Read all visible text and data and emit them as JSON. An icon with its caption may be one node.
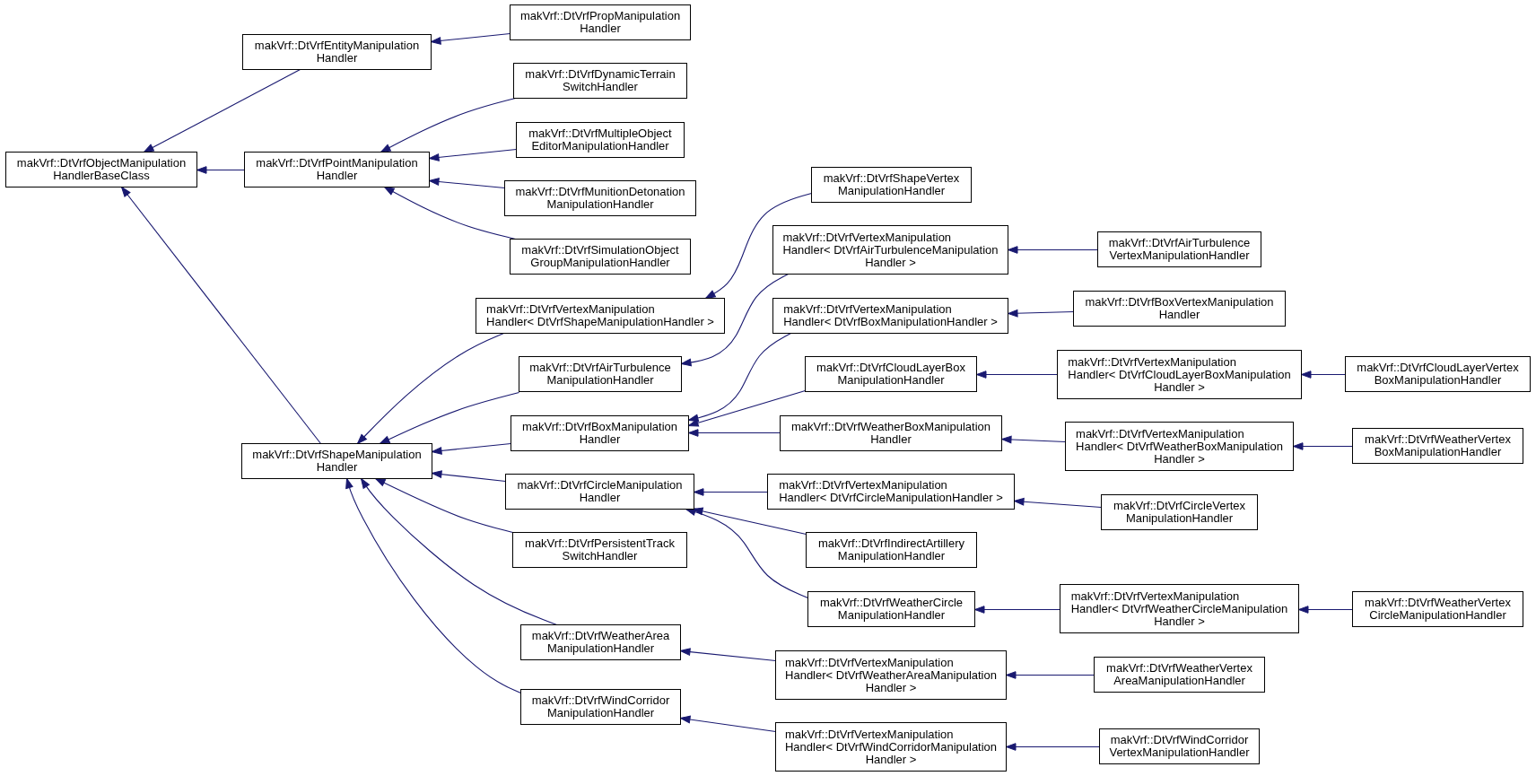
{
  "diagram": {
    "nodes": [
      {
        "text": [
          "makVrf::DtVrfObjectManipulation HandlerBaseClass"
        ]
      },
      {
        "text": [
          "makVrf::DtVrfEntityManipulation Handler"
        ]
      },
      {
        "text": [
          "makVrf::DtVrfPointManipulation Handler"
        ]
      },
      {
        "text": [
          "makVrf::DtVrfShapeManipulation Handler"
        ]
      },
      {
        "text": [
          "makVrf::DtVrfPropManipulation Handler"
        ]
      },
      {
        "text": [
          "makVrf::DtVrfDynamicTerrain SwitchHandler"
        ]
      },
      {
        "text": [
          "makVrf::DtVrfMultipleObject EditorManipulationHandler"
        ]
      },
      {
        "text": [
          "makVrf::DtVrfMunitionDetonation ManipulationHandler"
        ]
      },
      {
        "text": [
          "makVrf::DtVrfSimulationObject GroupManipulationHandler"
        ]
      },
      {
        "text": [
          "makVrf::DtVrfVertexManipulation Handler< DtVrfShapeManipulationHandler >"
        ]
      },
      {
        "text": [
          "makVrf::DtVrfAirTurbulence ManipulationHandler"
        ]
      },
      {
        "text": [
          "makVrf::DtVrfBoxManipulation Handler"
        ]
      },
      {
        "text": [
          "makVrf::DtVrfCircleManipulation Handler"
        ]
      },
      {
        "text": [
          "makVrf::DtVrfPersistentTrack SwitchHandler"
        ]
      },
      {
        "text": [
          "makVrf::DtVrfWeatherArea ManipulationHandler"
        ]
      },
      {
        "text": [
          "makVrf::DtVrfWindCorridor ManipulationHandler"
        ]
      },
      {
        "text": [
          "makVrf::DtVrfShapeVertex ManipulationHandler"
        ]
      },
      {
        "text": [
          "makVrf::DtVrfVertexManipulation Handler< DtVrfAirTurbulenceManipulation Handler >"
        ]
      },
      {
        "text": [
          "makVrf::DtVrfVertexManipulation Handler< DtVrfBoxManipulationHandler >"
        ]
      },
      {
        "text": [
          "makVrf::DtVrfCloudLayerBox ManipulationHandler"
        ]
      },
      {
        "text": [
          "makVrf::DtVrfWeatherBoxManipulation Handler"
        ]
      },
      {
        "text": [
          "makVrf::DtVrfVertexManipulation Handler< DtVrfCircleManipulationHandler >"
        ]
      },
      {
        "text": [
          "makVrf::DtVrfIndirectArtillery ManipulationHandler"
        ]
      },
      {
        "text": [
          "makVrf::DtVrfWeatherCircle ManipulationHandler"
        ]
      },
      {
        "text": [
          "makVrf::DtVrfVertexManipulation Handler< DtVrfWeatherAreaManipulation Handler >"
        ]
      },
      {
        "text": [
          "makVrf::DtVrfVertexManipulation Handler< DtVrfWindCorridorManipulation Handler >"
        ]
      },
      {
        "text": [
          "makVrf::DtVrfAirTurbulence VertexManipulationHandler"
        ]
      },
      {
        "text": [
          "makVrf::DtVrfBoxVertexManipulation Handler"
        ]
      },
      {
        "text": [
          "makVrf::DtVrfVertexManipulation Handler< DtVrfCloudLayerBoxManipulation Handler >"
        ]
      },
      {
        "text": [
          "makVrf::DtVrfVertexManipulation Handler< DtVrfWeatherBoxManipulation Handler >"
        ]
      },
      {
        "text": [
          "makVrf::DtVrfCircleVertex ManipulationHandler"
        ]
      },
      {
        "text": [
          "makVrf::DtVrfVertexManipulation Handler< DtVrfWeatherCircleManipulation Handler >"
        ]
      },
      {
        "text": [
          "makVrf::DtVrfWeatherVertex AreaManipulationHandler"
        ]
      },
      {
        "text": [
          "makVrf::DtVrfWindCorridor VertexManipulationHandler"
        ]
      },
      {
        "text": [
          "makVrf::DtVrfCloudLayerVertex BoxManipulationHandler"
        ]
      },
      {
        "text": [
          "makVrf::DtVrfWeatherVertex BoxManipulationHandler"
        ]
      },
      {
        "text": [
          "makVrf::DtVrfWeatherVertex CircleManipulationHandler"
        ]
      }
    ],
    "edges": [
      {
        "from": 1,
        "to": 0,
        "arrow": "to"
      },
      {
        "from": 2,
        "to": 0,
        "arrow": "to"
      },
      {
        "from": 3,
        "to": 0,
        "arrow": "to"
      },
      {
        "from": 4,
        "to": 1,
        "arrow": "to"
      },
      {
        "from": 5,
        "to": 2,
        "arrow": "to"
      },
      {
        "from": 6,
        "to": 2,
        "arrow": "to"
      },
      {
        "from": 7,
        "to": 2,
        "arrow": "to"
      },
      {
        "from": 8,
        "to": 2,
        "arrow": "to"
      },
      {
        "from": 9,
        "to": 3,
        "arrow": "to"
      },
      {
        "from": 10,
        "to": 3,
        "arrow": "to"
      },
      {
        "from": 11,
        "to": 3,
        "arrow": "to"
      },
      {
        "from": 12,
        "to": 3,
        "arrow": "to"
      },
      {
        "from": 13,
        "to": 3,
        "arrow": "to"
      },
      {
        "from": 14,
        "to": 3,
        "arrow": "to"
      },
      {
        "from": 15,
        "to": 3,
        "arrow": "to"
      },
      {
        "from": 16,
        "to": 9,
        "arrow": "to"
      },
      {
        "from": 17,
        "to": 10,
        "arrow": "to"
      },
      {
        "from": 18,
        "to": 11,
        "arrow": "to"
      },
      {
        "from": 19,
        "to": 11,
        "arrow": "to"
      },
      {
        "from": 20,
        "to": 11,
        "arrow": "to"
      },
      {
        "from": 21,
        "to": 12,
        "arrow": "to"
      },
      {
        "from": 22,
        "to": 12,
        "arrow": "to"
      },
      {
        "from": 23,
        "to": 12,
        "arrow": "to"
      },
      {
        "from": 24,
        "to": 14,
        "arrow": "to"
      },
      {
        "from": 25,
        "to": 15,
        "arrow": "to"
      },
      {
        "from": 26,
        "to": 17,
        "arrow": "to"
      },
      {
        "from": 27,
        "to": 18,
        "arrow": "to"
      },
      {
        "from": 28,
        "to": 19,
        "arrow": "to"
      },
      {
        "from": 29,
        "to": 20,
        "arrow": "to"
      },
      {
        "from": 30,
        "to": 21,
        "arrow": "to"
      },
      {
        "from": 31,
        "to": 23,
        "arrow": "to"
      },
      {
        "from": 32,
        "to": 24,
        "arrow": "to"
      },
      {
        "from": 33,
        "to": 25,
        "arrow": "to"
      },
      {
        "from": 34,
        "to": 28,
        "arrow": "to"
      },
      {
        "from": 35,
        "to": 29,
        "arrow": "to"
      },
      {
        "from": 36,
        "to": 31,
        "arrow": "to"
      }
    ]
  }
}
